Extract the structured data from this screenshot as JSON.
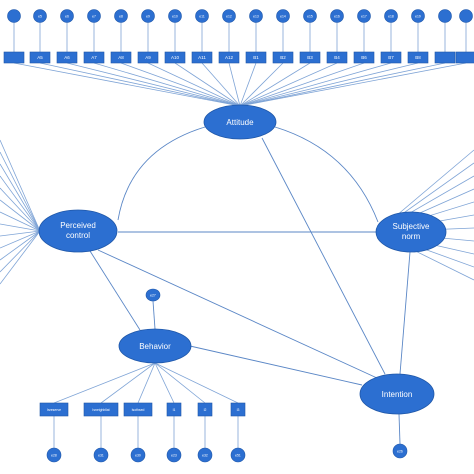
{
  "diagram": {
    "latents": {
      "attitude": "Attitude",
      "perceived_control_line1": "Perceived",
      "perceived_control_line2": "control",
      "subjective_norm_line1": "Subjective",
      "subjective_norm_line2": "norm",
      "behavior": "Behavior",
      "intention": "Intention"
    },
    "attitude_indicators": [
      {
        "name": "A5",
        "error": "e5"
      },
      {
        "name": "A6",
        "error": "e6"
      },
      {
        "name": "A7",
        "error": "e7"
      },
      {
        "name": "A8",
        "error": "e8"
      },
      {
        "name": "A9",
        "error": "e9"
      },
      {
        "name": "A10",
        "error": "e10"
      },
      {
        "name": "A11",
        "error": "e11"
      },
      {
        "name": "A12",
        "error": "e12"
      },
      {
        "name": "B1",
        "error": "e13"
      },
      {
        "name": "B2",
        "error": "e14"
      },
      {
        "name": "B3",
        "error": "e15"
      },
      {
        "name": "B4",
        "error": "e16"
      },
      {
        "name": "B6",
        "error": "e17"
      },
      {
        "name": "B7",
        "error": "e18"
      },
      {
        "name": "B8",
        "error": "e19"
      }
    ],
    "behavior_indicators": [
      {
        "name": "Isreserve",
        "error": "e28"
      },
      {
        "name": "Isneighbllat",
        "error": "e31"
      },
      {
        "name": "Isothsed",
        "error": "e30"
      },
      {
        "name": "I1",
        "error": "e23"
      },
      {
        "name": "I2",
        "error": "e32"
      },
      {
        "name": "I3",
        "error": "e51"
      }
    ],
    "behavior_error": "e27",
    "intention_error": "e26"
  },
  "colors": {
    "node_fill": "#2c6fd1",
    "edge": "#7fa4d6"
  }
}
